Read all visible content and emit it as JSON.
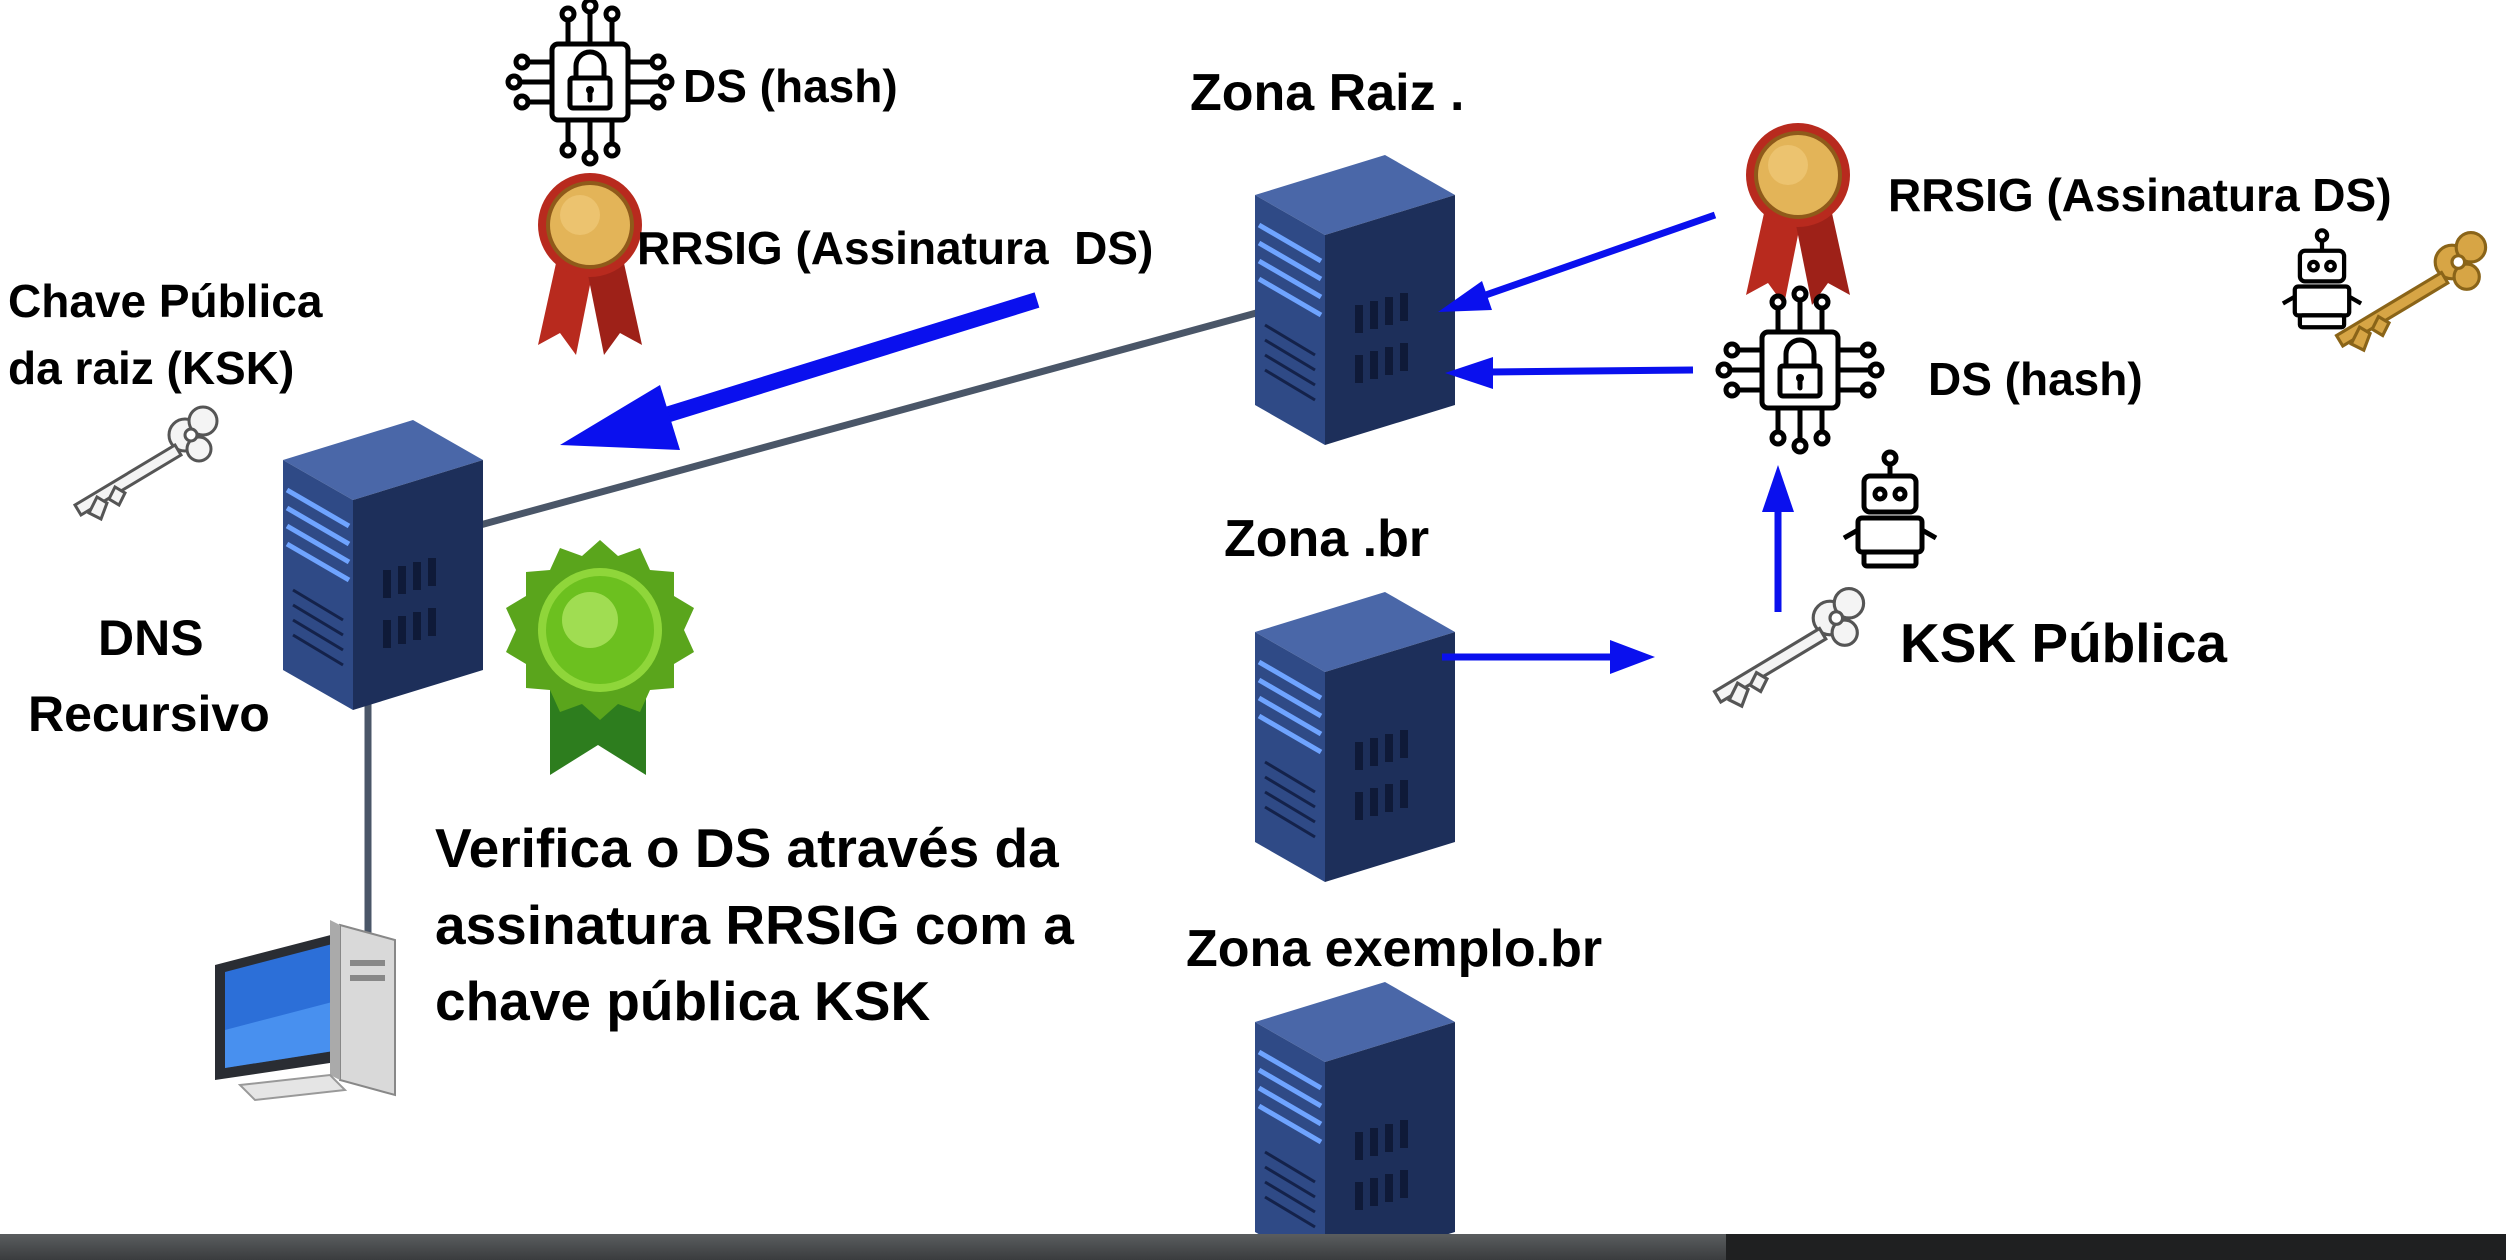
{
  "labels": {
    "ds_hash_left": "DS (hash)",
    "rrsig_left": "RRSIG (Assinatura  DS)",
    "chave_publica_line1": "Chave Pública",
    "chave_publica_line2": "da raiz (KSK)",
    "dns_line1": "DNS",
    "dns_line2": "Recursivo",
    "verifica_line1": "Verifica o DS através da",
    "verifica_line2": "assinatura RRSIG com a",
    "verifica_line3": "chave pública KSK",
    "zona_raiz": "Zona Raiz .",
    "zona_br": "Zona .br",
    "zona_exemplo": "Zona exemplo.br",
    "rrsig_right": "RRSIG (Assinatura DS)",
    "ds_hash_right": "DS (hash)",
    "ksk_publica": "KSK Pública"
  },
  "colors": {
    "arrow": "#0a10ee",
    "server_front": "#2f4a86",
    "server_side": "#1d2f5a",
    "server_top": "#4a67a8",
    "line": "#4a5668",
    "medal_gold": "#d9a548",
    "ribbon_red": "#b82a1e",
    "seal_green": "#6cc01f",
    "key_gold": "#c99a3a"
  },
  "icons": [
    "server-icon",
    "circuit-lock-icon",
    "medal-icon",
    "key-icon",
    "robot-icon",
    "seal-icon",
    "computer-icon"
  ]
}
